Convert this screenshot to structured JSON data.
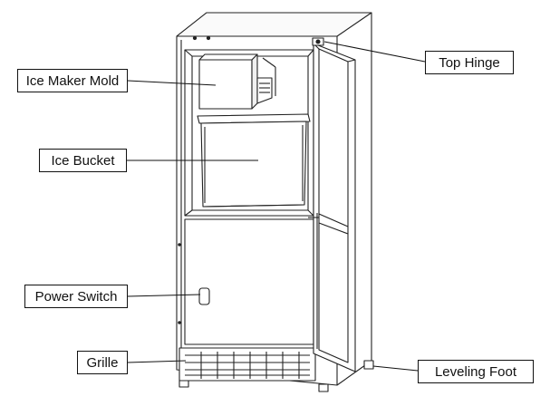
{
  "labels": {
    "ice_maker_mold": "Ice Maker Mold",
    "ice_bucket": "Ice Bucket",
    "power_switch": "Power Switch",
    "grille": "Grille",
    "top_hinge": "Top Hinge",
    "leveling_foot": "Leveling Foot"
  },
  "colors": {
    "line": "#111111",
    "background": "#ffffff"
  }
}
